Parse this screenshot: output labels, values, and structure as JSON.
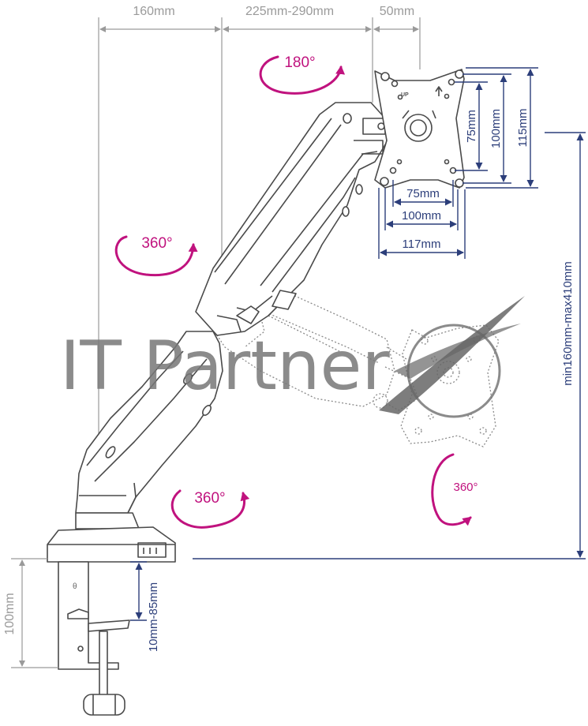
{
  "watermark": {
    "text": "IT Partner"
  },
  "top_dimensions": {
    "arm_base": "160mm",
    "arm_reach": "225mm-290mm",
    "head": "50mm"
  },
  "vesa_dimensions": {
    "h_small": "75mm",
    "h_medium": "100mm",
    "h_large": "117mm",
    "v_small": "75mm",
    "v_medium": "100mm",
    "v_large": "115mm"
  },
  "plate_label": "UP",
  "rotations": {
    "head_tilt": "180°",
    "arm_upper": "360°",
    "arm_lower": "360°",
    "monitor_rotate": "360°"
  },
  "height_range": "min160mm-max410mm",
  "clamp": {
    "clamp_height": "100mm",
    "desk_thickness": "10mm-85mm"
  },
  "colors": {
    "grey_dim": "#9a9a9a",
    "blue_dim": "#2c3e7a",
    "magenta": "#c0127e",
    "line": "#555555"
  }
}
